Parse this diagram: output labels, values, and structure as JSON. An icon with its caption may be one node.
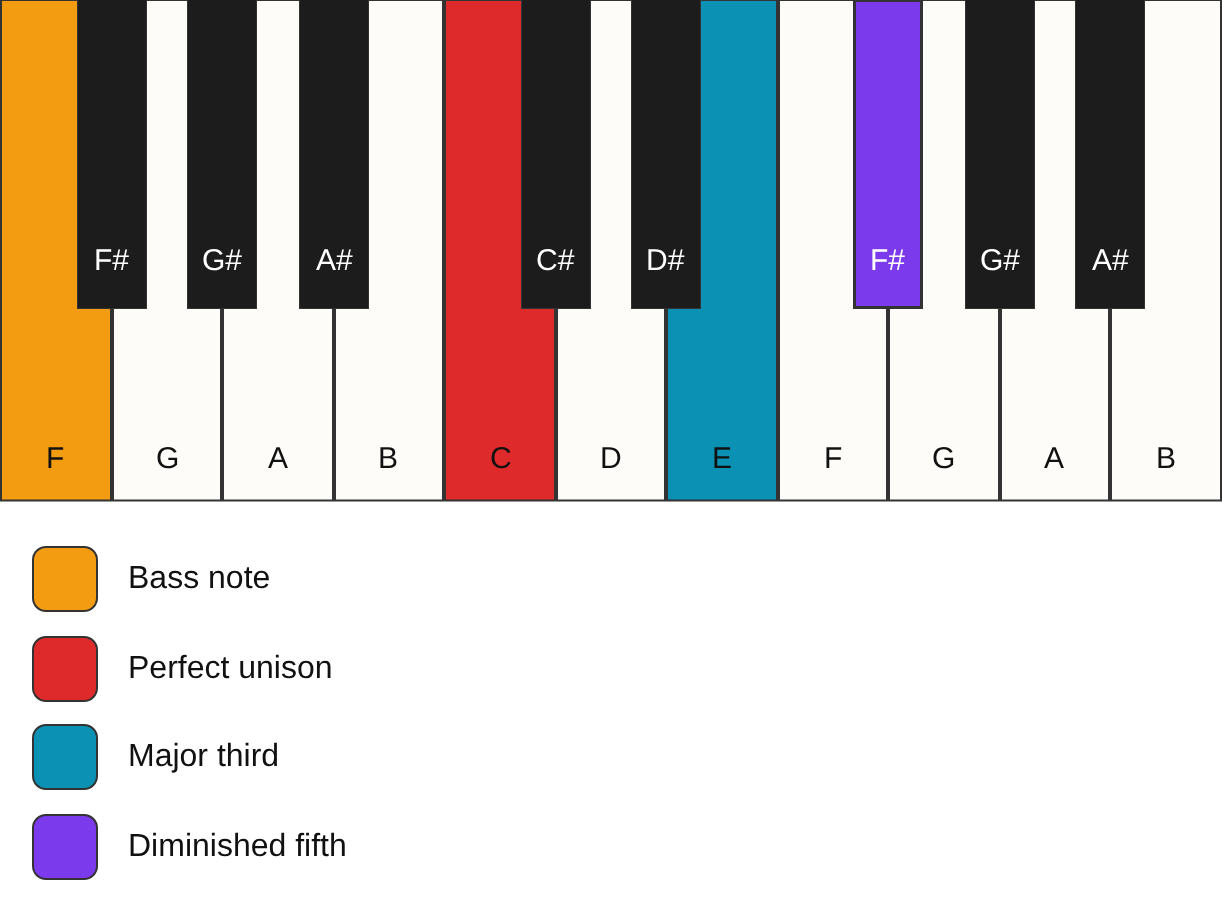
{
  "diagram": {
    "nodes": [
      {
        "text": [
          "F"
        ]
      },
      {
        "text": [
          "F#"
        ]
      },
      {
        "text": [
          "G"
        ]
      },
      {
        "text": [
          "G#"
        ]
      },
      {
        "text": [
          "A"
        ]
      },
      {
        "text": [
          "A#"
        ]
      },
      {
        "text": [
          "B"
        ]
      },
      {
        "text": [
          "C"
        ]
      },
      {
        "text": [
          "C#"
        ]
      },
      {
        "text": [
          "D"
        ]
      },
      {
        "text": [
          "D#"
        ]
      },
      {
        "text": [
          "E"
        ]
      },
      {
        "text": [
          "F"
        ]
      },
      {
        "text": [
          "F#"
        ]
      },
      {
        "text": [
          "G"
        ]
      },
      {
        "text": [
          "G#"
        ]
      },
      {
        "text": [
          "A"
        ]
      },
      {
        "text": [
          "A#"
        ]
      },
      {
        "text": [
          "B"
        ]
      }
    ],
    "legend": [
      {
        "text": "Bass note",
        "color": "#f39c12"
      },
      {
        "text": "Perfect unison",
        "color": "#de2a2a"
      },
      {
        "text": "Major third",
        "color": "#0a91b4"
      },
      {
        "text": "Diminished fifth",
        "color": "#7c3aed"
      }
    ]
  }
}
